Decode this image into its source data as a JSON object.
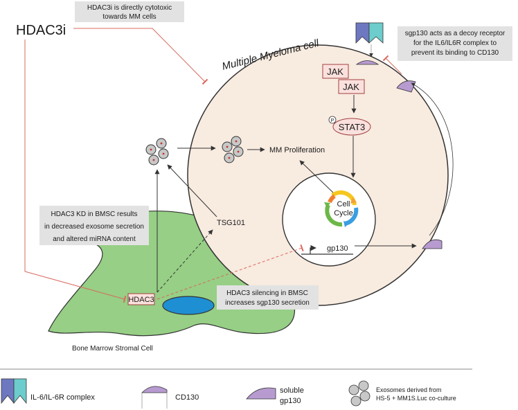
{
  "title_label": "HDAC3i",
  "cell_title": "Multiple Myeloma cell",
  "notes": {
    "cytotoxic": [
      "HDAC3i is directly cytotoxic",
      "towards MM cells"
    ],
    "decoy": [
      "sgp130 acts as a decoy receptor",
      "for the IL6/IL6R complex to",
      "prevent its binding to CD130"
    ],
    "kd": [
      "HDAC3 KD in BMSC results",
      "in decreased exosome secretion",
      "and altered miRNA content"
    ],
    "silencing": [
      "HDAC3 silencing in BMSC",
      "increases sgp130 secretion"
    ]
  },
  "nodes": {
    "jak1": "JAK",
    "jak2": "JAK",
    "phospho": "P",
    "stat3": "STAT3",
    "mm_proliferation": "MM Proliferation",
    "cell_cycle_1": "Cell",
    "cell_cycle_2": "Cycle",
    "gp130": "gp130",
    "tsg101": "TSG101",
    "hdac3": "HDAC3",
    "stromal_cell": "Bone Marrow Stromal Cell"
  },
  "legend": {
    "il6": "IL-6/IL-6R complex",
    "cd130": "CD130",
    "soluble_1": "soluble",
    "soluble_2": "gp130",
    "exosome_1": "Exosomes derived from",
    "exosome_2": "HS-5 + MM1S.Luc co-culture"
  },
  "colors": {
    "cell_fill": "#f8ebe0",
    "stroma_fill": "#96cf85",
    "nucleus_blue": "#1f8fd3",
    "receptor_purple": "#b79bd0",
    "il6_blue": "#6e78c1",
    "il6_teal": "#6dcccc",
    "inhibit_red": "#d9685e",
    "note_bg": "#e2e2e2",
    "box_fill": "#fbe1dd"
  }
}
